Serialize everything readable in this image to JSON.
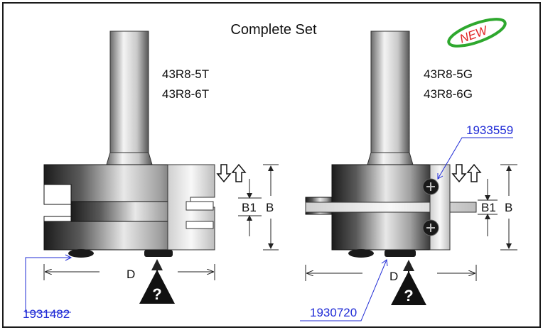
{
  "title": "Complete Set",
  "badge": "NEW",
  "left_tool": {
    "model_1": "43R8-5T",
    "model_2": "43R8-6T",
    "part_number": "1931482",
    "dim_b1": "B1",
    "dim_b": "B",
    "dim_d": "D",
    "help_symbol": "?"
  },
  "right_tool": {
    "model_1": "43R8-5G",
    "model_2": "43R8-6G",
    "screw_part_number": "1933559",
    "part_number": "1930720",
    "dim_b1": "B1",
    "dim_b": "B",
    "dim_d": "D",
    "help_symbol": "?"
  },
  "colors": {
    "frame": "#1a1a1a",
    "callout_text": "#1f2bd6",
    "badge_green": "#2ea82e",
    "badge_red": "#e02020",
    "text": "#111111"
  }
}
